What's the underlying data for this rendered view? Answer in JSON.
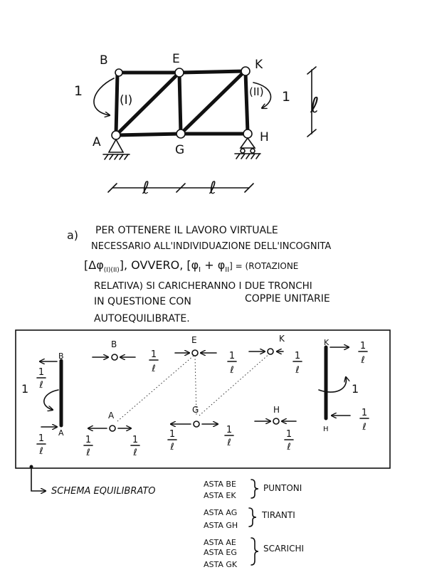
{
  "truss": {
    "nodes": {
      "A": "A",
      "B": "B",
      "E": "E",
      "G": "G",
      "K": "K",
      "H": "H"
    },
    "loops": {
      "left": "(I)",
      "right": "(II)"
    },
    "moment_left": "1",
    "moment_right": "1",
    "height": "ℓ",
    "spans": [
      "ℓ",
      "ℓ"
    ]
  },
  "text": {
    "item": "a)",
    "l1": "PER OTTENERE IL LAVORO VIRTUALE",
    "l2": "NECESSARIO ALL'INDIVIDUAZIONE DELL'INCOGNITA",
    "l3a": "[Δφ",
    "l3sub": "(I)(II)",
    "l3b": "], OVVERO, [φ",
    "l3c": "I",
    "l3d": " + φ",
    "l3e": "II",
    "l3f": "] = (ROTAZIONE",
    "l4": "RELATIVA) SI CARICHERANNO I DUE TRONCHI",
    "l5a": "IN QUESTIONE CON",
    "l5b": "COPPIE UNITARIE",
    "l6": "AUTOEQUILIBRATE."
  },
  "scheme": {
    "bar_left": {
      "top": "B",
      "bottom": "A",
      "moment": "1",
      "force": "1/ℓ"
    },
    "bar_right": {
      "top": "K",
      "bottom": "H",
      "moment": "1",
      "force": "1/ℓ"
    },
    "nodes": {
      "B": "B",
      "E": "E",
      "K": "K",
      "A": "A",
      "G": "G",
      "H": "H"
    },
    "fraction": {
      "num": "1",
      "den": "ℓ"
    },
    "caption": "SCHEMA EQUILIBRATO"
  },
  "legend": [
    {
      "members": [
        "ASTA BE",
        "ASTA EK"
      ],
      "type": "PUNTONI"
    },
    {
      "members": [
        "ASTA AG",
        "ASTA GH"
      ],
      "type": "TIRANTI"
    },
    {
      "members": [
        "ASTA AE",
        "ASTA EG",
        "ASTA GK"
      ],
      "type": "SCARICHI"
    }
  ]
}
